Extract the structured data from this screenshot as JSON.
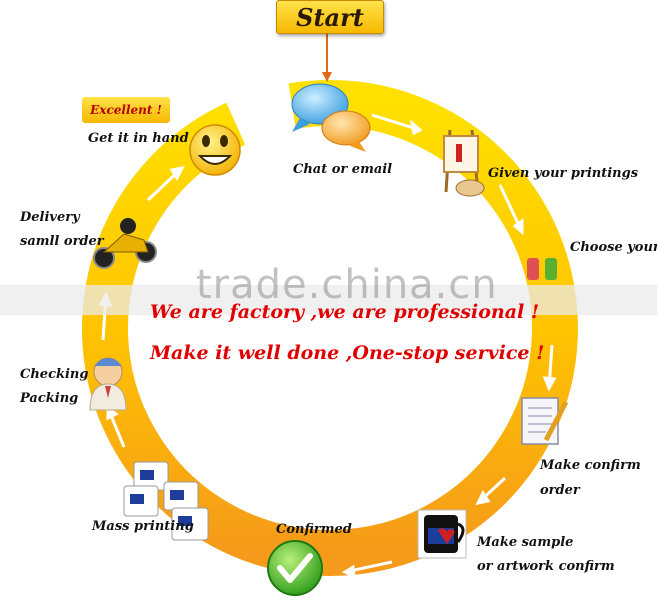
{
  "start_label": "Start",
  "excellent_label": "Excellent !",
  "watermark": "trade.china.cn",
  "taglines": {
    "line1": "We are factory ,we are professional !",
    "line2": "Make it well done ,One-stop service !"
  },
  "steps": {
    "chat": "Chat or email",
    "given": "Given your printings",
    "choose": "Choose your",
    "confirm_1": "Make confirm",
    "confirm_2": "order",
    "sample_1": "Make sample",
    "sample_2": "or artwork confirm",
    "confirmed": "Confirmed",
    "mass": "Mass printing",
    "checking": "Checking",
    "packing": "Packing",
    "delivery_1": "Delivery",
    "delivery_2": "samll order",
    "get": "Get it in hand"
  },
  "colors": {
    "ring_yellow": "#ffd400",
    "ring_orange": "#f7a21b",
    "tagline_red": "#e00000",
    "start_box": "#f6c000"
  },
  "icons": [
    "speech-bubbles-icon",
    "easel-icon",
    "paint-pots-icon",
    "document-pencil-icon",
    "mug-icon",
    "checkmark-icon",
    "mugs-icon",
    "worker-icon",
    "motorcycle-icon",
    "smiley-icon"
  ]
}
